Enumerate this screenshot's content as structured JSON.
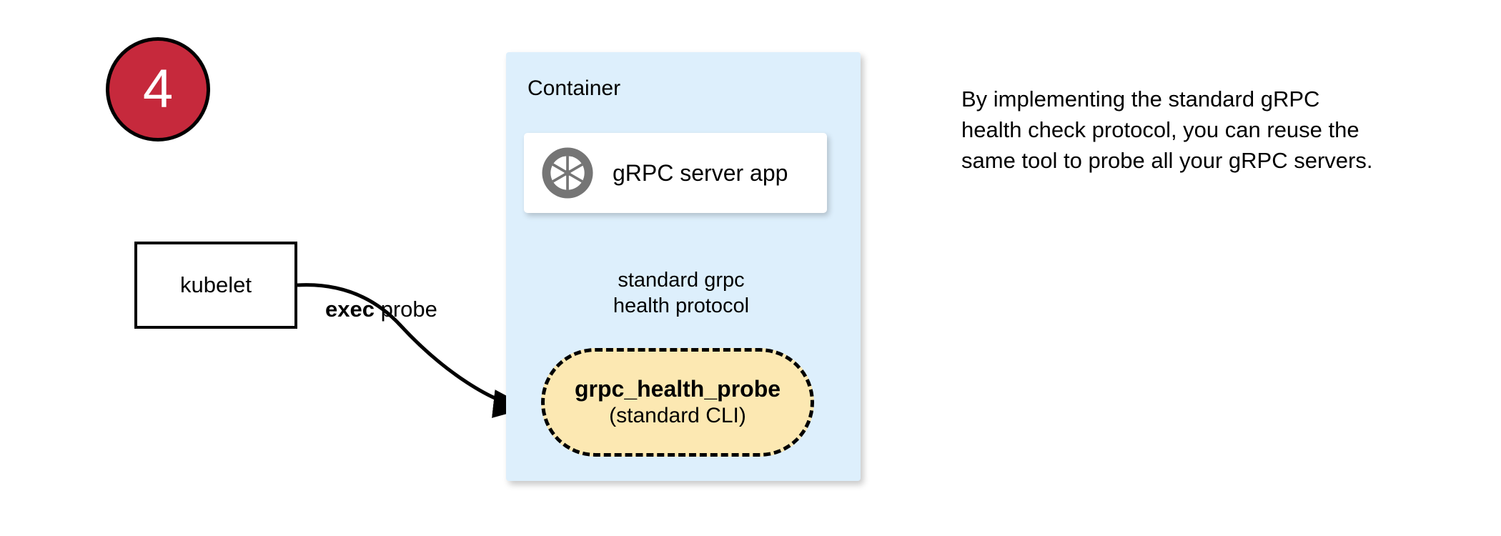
{
  "step": {
    "number": "4",
    "circle_color": "#c6293c",
    "text_color": "#ffffff"
  },
  "kubelet": {
    "label": "kubelet"
  },
  "container": {
    "title": "Container",
    "fill_color": "#ddeffc"
  },
  "server_app": {
    "label": "gRPC server app",
    "icon": "aperture-icon",
    "icon_color": "#757575"
  },
  "probe": {
    "title": "grpc_health_probe",
    "subtitle": "(standard CLI)",
    "fill_color": "#fce8b2",
    "border_style": "dashed"
  },
  "edges": {
    "exec_label_bold": "exec",
    "exec_label_rest": " probe",
    "protocol_label_line1": "standard grpc",
    "protocol_label_line2": "health protocol"
  },
  "annotation": {
    "text": "By implementing the standard gRPC health check protocol, you can reuse the same tool to probe all your gRPC servers."
  }
}
